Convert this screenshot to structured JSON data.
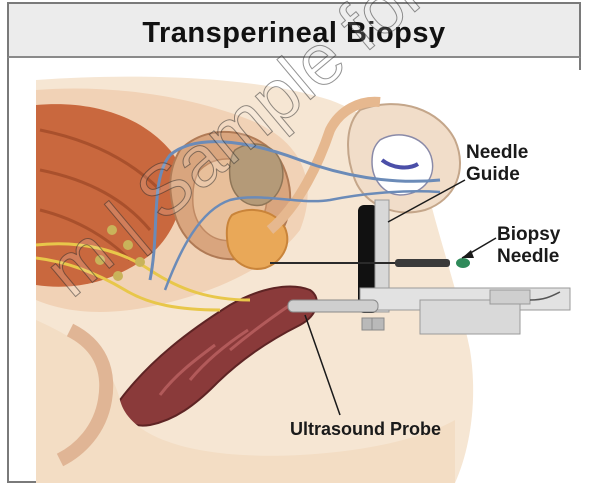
{
  "title": "Transperineal Biopsy",
  "labels": {
    "needle_guide": [
      "Needle",
      "Guide"
    ],
    "biopsy_needle": [
      "Biopsy",
      "Needle"
    ],
    "ultrasound_probe": "Ultrasound Probe"
  },
  "watermark": "m | Sample for Facility"
}
